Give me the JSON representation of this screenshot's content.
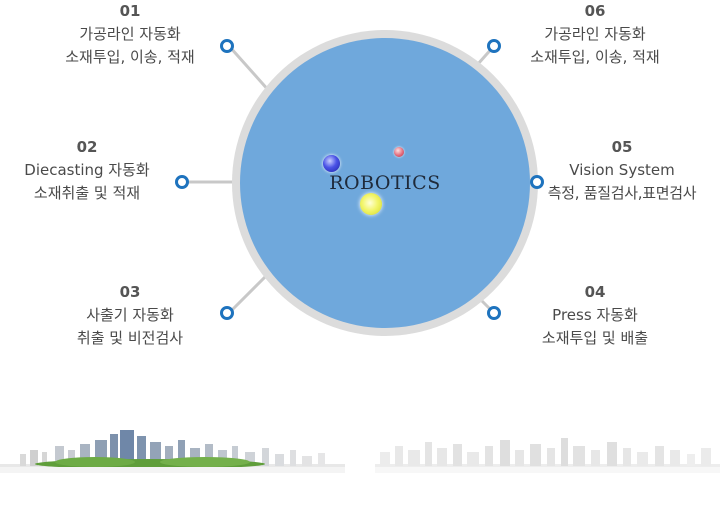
{
  "center": {
    "title": "ROBOTICS"
  },
  "items": [
    {
      "number": "01",
      "line1": "가공라인 자동화",
      "line2": "소재투입, 이송, 적재"
    },
    {
      "number": "02",
      "line1": "Diecasting  자동화",
      "line2": "소재취출 및 적재"
    },
    {
      "number": "03",
      "line1": "사출기 자동화",
      "line2": "취출 및 비전검사"
    },
    {
      "number": "04",
      "line1": "Press 자동화",
      "line2": "소재투입 및 배출"
    },
    {
      "number": "05",
      "line1": "Vision System",
      "line2": "측정, 품질검사,표면검사"
    },
    {
      "number": "06",
      "line1": "가공라인 자동화",
      "line2": "소재투입, 이송, 적재"
    }
  ],
  "colors": {
    "circle": "#6fa8dc",
    "ring": "#dcdcdc",
    "node_border": "#1e73be",
    "connector": "#c8c8c8"
  }
}
